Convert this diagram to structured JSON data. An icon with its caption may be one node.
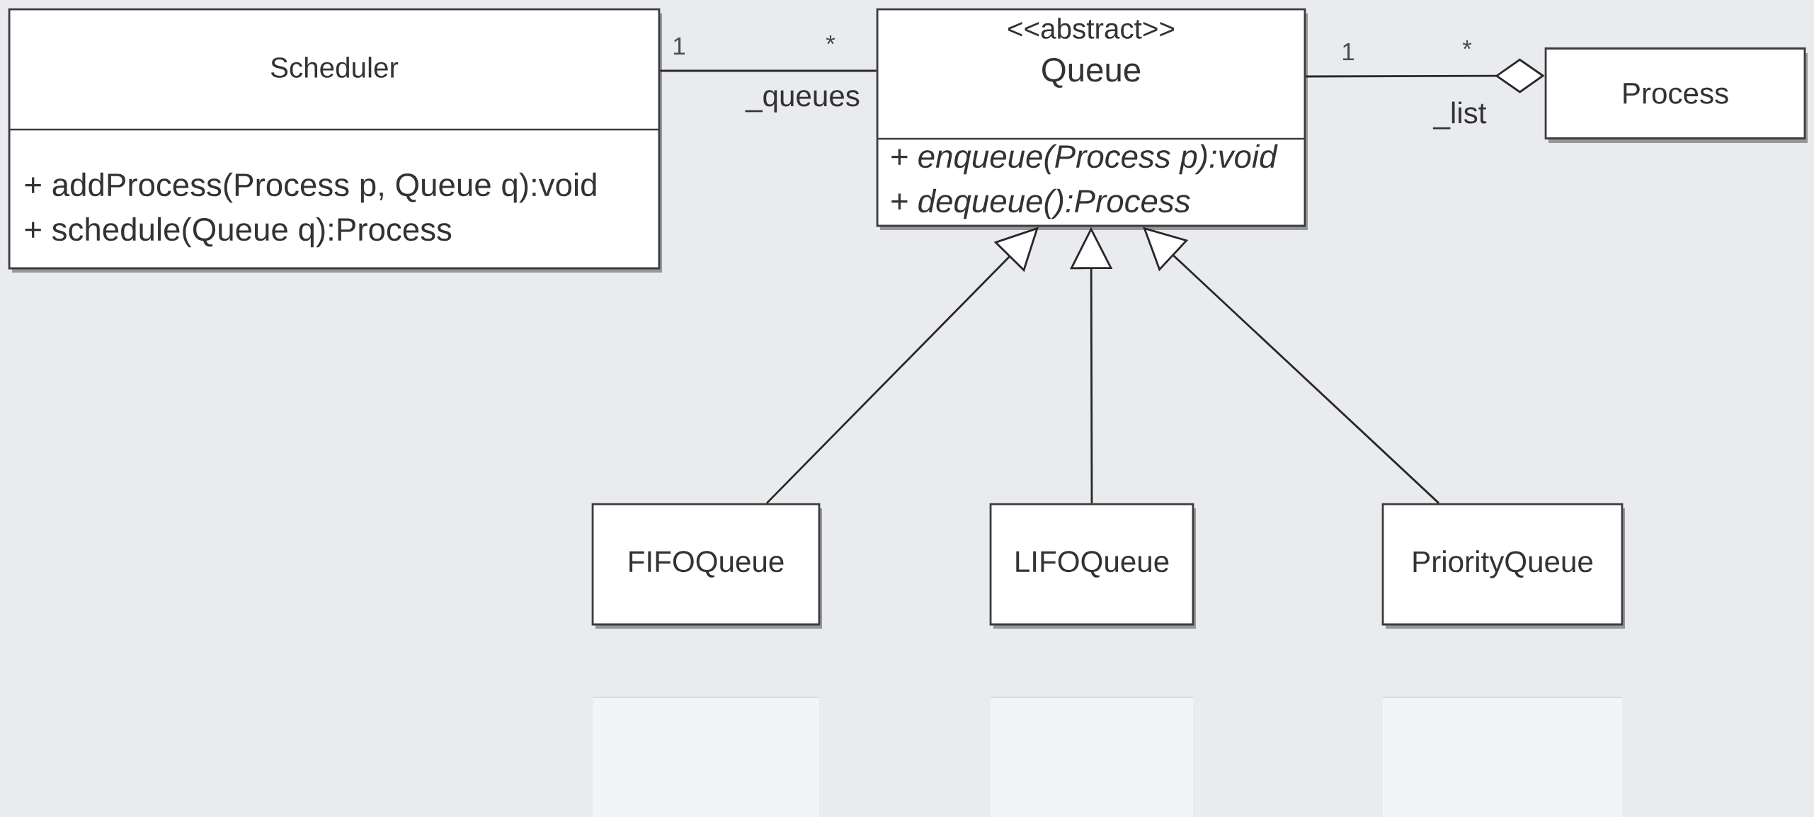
{
  "diagram": {
    "nodes": [
      {
        "text": [
          "Scheduler",
          "+ addProcess(Process p, Queue q):void",
          "+ schedule(Queue q):Process"
        ]
      },
      {
        "text": [
          "<<abstract>>",
          "Queue",
          "+ enqueue(Process p):void",
          "+ dequeue():Process"
        ]
      },
      {
        "text": [
          "Process"
        ]
      },
      {
        "text": [
          "FIFOQueue"
        ]
      },
      {
        "text": [
          "LIFOQueue"
        ]
      },
      {
        "text": [
          "PriorityQueue"
        ]
      }
    ],
    "edges": [
      {
        "from": 0,
        "to": 1,
        "arrow": "none",
        "label": "_queues"
      },
      {
        "from": 1,
        "to": 2,
        "arrow": "other",
        "label": "_list"
      },
      {
        "from": 3,
        "to": 1,
        "arrow": "to"
      },
      {
        "from": 4,
        "to": 1,
        "arrow": "to"
      },
      {
        "from": 5,
        "to": 1,
        "arrow": "to"
      }
    ],
    "labels": [
      "1",
      "*",
      "1",
      "*"
    ]
  }
}
